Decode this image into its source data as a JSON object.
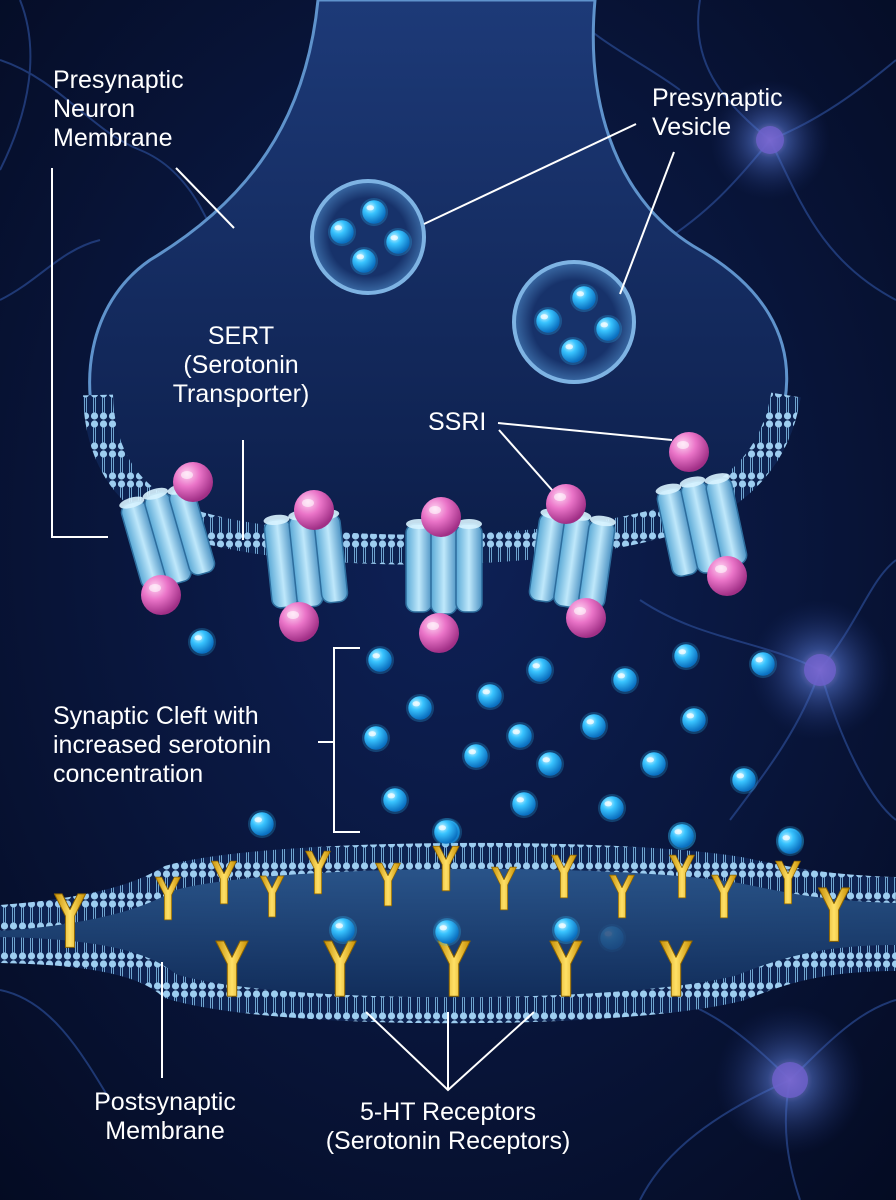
{
  "labels": {
    "presynaptic_membrane": "Presynaptic\nNeuron\nMembrane",
    "presynaptic_vesicle": "Presynaptic\nVesicle",
    "sert": "SERT\n(Serotonin\nTransporter)",
    "ssri": "SSRI",
    "synaptic_cleft": "Synaptic Cleft with\nincreased serotonin\nconcentration",
    "postsynaptic_membrane": "Postsynaptic\nMembrane",
    "receptors": "5-HT Receptors\n(Serotonin Receptors)"
  },
  "colors": {
    "background": "#061230",
    "neuron_fill": "#142a5e",
    "membrane": "#8fc1e6",
    "transporter": "#8fd0ee",
    "ssri": "#e66cc4",
    "serotonin": "#2bb7f5",
    "receptor": "#f0c21c",
    "leader_line": "#ffffff"
  },
  "icons": {
    "transporter": "sert-transporter-icon",
    "ssri": "ssri-molecule-icon",
    "serotonin": "serotonin-molecule-icon",
    "receptor": "5ht-receptor-icon",
    "vesicle": "vesicle-icon",
    "neuron": "neuron-cell-icon"
  }
}
